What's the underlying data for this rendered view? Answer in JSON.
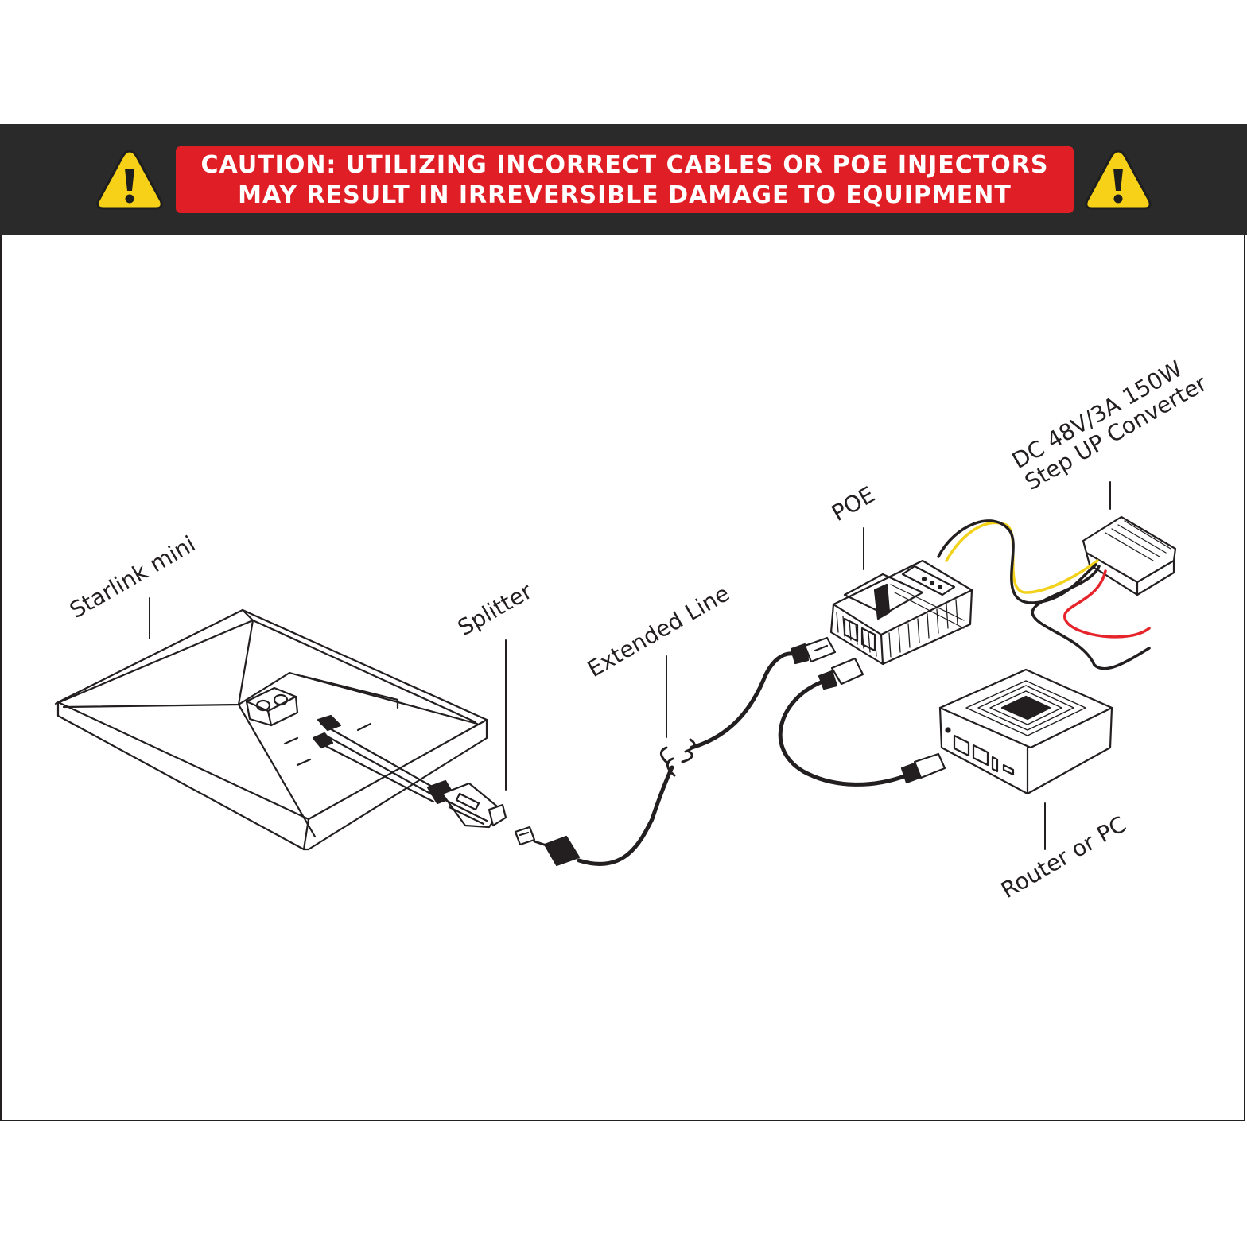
{
  "banner": {
    "caution_line_1": "CAUTION: UTILIZING INCORRECT CABLES OR POE INJECTORS",
    "caution_line_2": "MAY RESULT IN IRREVERSIBLE DAMAGE TO EQUIPMENT",
    "warning_icon": "warning-triangle-icon",
    "colors": {
      "band": "#2b2a2b",
      "box": "#e01e26",
      "triangle": "#f7d117"
    }
  },
  "labels": {
    "starlink": "Starlink mini",
    "splitter": "Splitter",
    "extended_line": "Extended Line",
    "poe": "POE",
    "converter_line_1": "DC 48V/3A 150W",
    "converter_line_2": "Step UP Converter",
    "router": "Router or PC"
  },
  "wire_colors": {
    "yellow": "#f2d21b",
    "red": "#e5242b",
    "black": "#231f20"
  }
}
